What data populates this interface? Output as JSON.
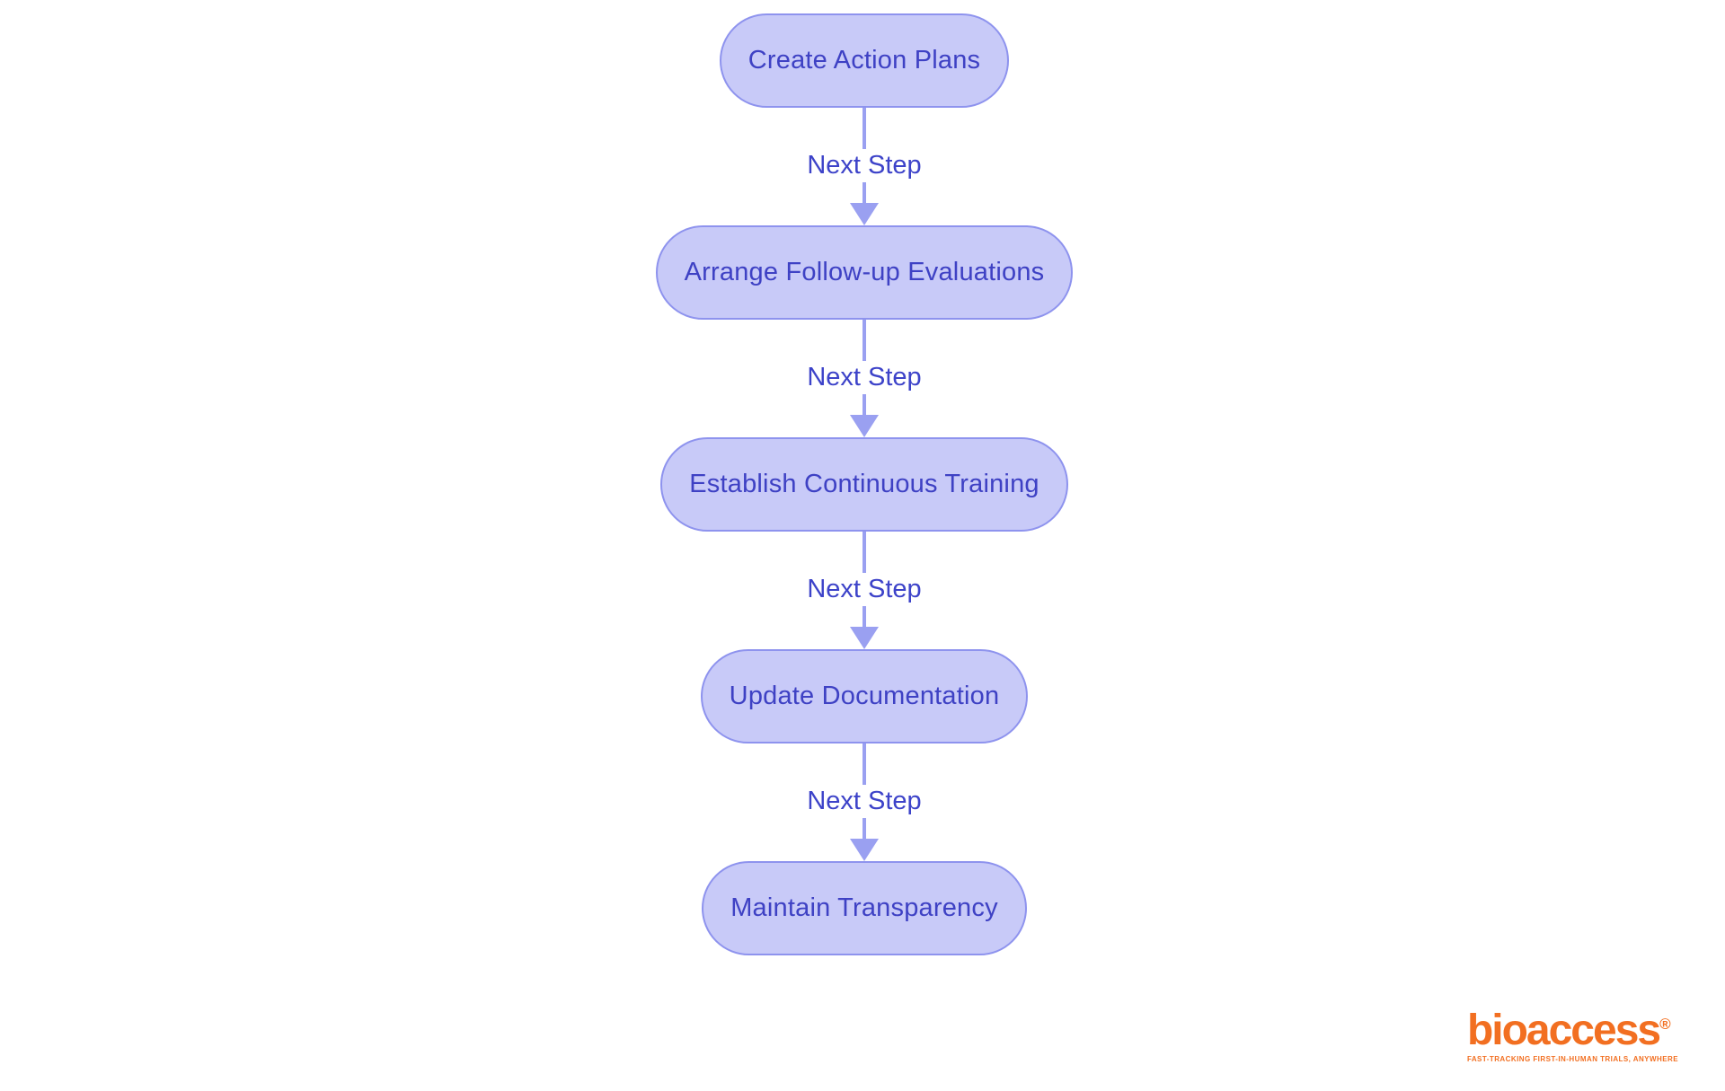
{
  "colors": {
    "node_fill": "#c8caf8",
    "node_border": "#8e93ee",
    "node_text": "#3e41c4",
    "edge_line": "#9aa0f1",
    "edge_label_text": "#3d43c9",
    "logo_orange": "#f26f21",
    "background": "#ffffff"
  },
  "diagram": {
    "type": "flowchart",
    "direction": "top-down",
    "edge_label": "Next Step",
    "nodes": [
      {
        "label": "Create Action Plans"
      },
      {
        "label": "Arrange Follow-up Evaluations"
      },
      {
        "label": "Establish Continuous Training"
      },
      {
        "label": "Update Documentation"
      },
      {
        "label": "Maintain Transparency"
      }
    ]
  },
  "logo": {
    "brand": "bioaccess",
    "registered_mark": "®",
    "tagline": "FAST-TRACKING FIRST-IN-HUMAN TRIALS, ANYWHERE"
  }
}
